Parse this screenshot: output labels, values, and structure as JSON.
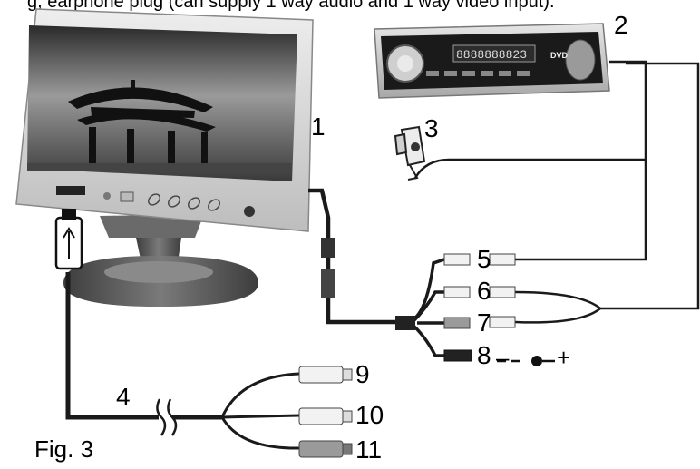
{
  "caption_top": "g, earphone plug (can supply 1 way audio and 1 way video input).",
  "figure_label": "Fig. 3",
  "callouts": {
    "n1": "1",
    "n2": "2",
    "n3": "3",
    "n4": "4",
    "n5": "5",
    "n6": "6",
    "n7": "7",
    "n8": "8",
    "n9": "9",
    "n10": "10",
    "n11": "11"
  },
  "power_symbols": {
    "minus": "–",
    "plus": "+"
  },
  "dvd_display_digits": "8888888823",
  "dvd_badge": "DVD",
  "colors": {
    "cable": "#1a1a1a",
    "connector_white": "#f2f2f2",
    "connector_gray": "#9a9a9a",
    "monitor_body": "#d9d9d9",
    "stand": "#555555"
  }
}
